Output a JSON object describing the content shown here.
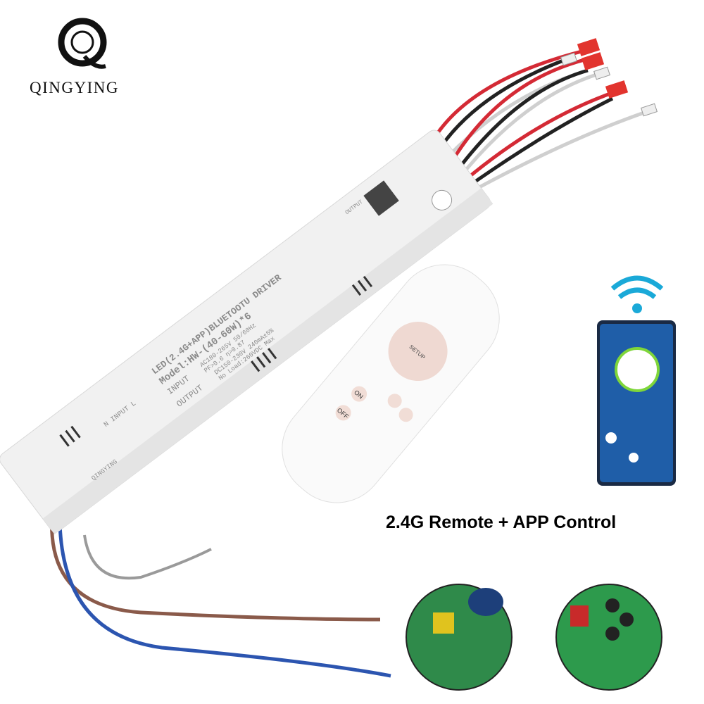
{
  "brand": {
    "name": "QINGYING"
  },
  "caption": "2.4G Remote + APP Control",
  "driver_label": {
    "line1": "LED(2.4G+APP)BLUETOOTU DRIVER",
    "line2": "Model:HW-(40-60W)*6",
    "input_title": "INPUT",
    "input_spec1": "AC180-265V 50/60Hz",
    "input_spec2": "PF>0.6 η>0.87",
    "output_title": "OUTPUT",
    "output_spec1": "DC150-230V 240mA±5%",
    "output_spec2": "No Load:260VDC Max",
    "output_marker": "OUTPUT",
    "input_marker": "N INPUT L",
    "logo_text": "QINGYING"
  },
  "remote": {
    "buttons": {
      "on": "ON",
      "off": "OFF",
      "setup": "SETUP"
    }
  },
  "colors": {
    "wifi": "#1aa9d8",
    "phone_screen": "#1f5ea8",
    "wire_red": "#d42a35",
    "wire_blue": "#2c55b0",
    "wire_brown": "#8a5a4a",
    "connector_red": "#e2342e"
  }
}
